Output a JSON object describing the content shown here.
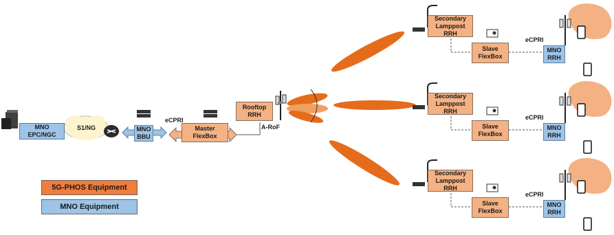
{
  "core": {
    "mno_core": "MNO\nEPC/NGC",
    "interface": "S1/NG",
    "mno_bbu": "MNO\nBBU",
    "ecpri_left": "eCPRI",
    "master_flexbox": "Master\nFlexBox",
    "rooftop_rrh": "Rooftop\nRRH",
    "aroF": "A-RoF"
  },
  "branches": [
    {
      "lamppost": "Secondary\nLamppost RRH",
      "slave": "Slave\nFlexBox",
      "ecpri": "eCPRI",
      "mno_rrh": "MNO\nRRH"
    },
    {
      "lamppost": "Secondary\nLamppost RRH",
      "slave": "Slave\nFlexBox",
      "ecpri": "eCPRI",
      "mno_rrh": "MNO\nRRH"
    },
    {
      "lamppost": "Secondary\nLamppost RRH",
      "slave": "Slave\nFlexBox",
      "ecpri": "eCPRI",
      "mno_rrh": "MNO\nRRH"
    }
  ],
  "legend": {
    "phos": "5G-PHOS Equipment",
    "mno": "MNO Equipment"
  },
  "colors": {
    "phos_fill": "#f4b183",
    "mno_fill": "#9dc3e6",
    "beam": "#e46c1a",
    "legend_phos": "#f07d3c",
    "legend_mno": "#9dc3e6"
  }
}
